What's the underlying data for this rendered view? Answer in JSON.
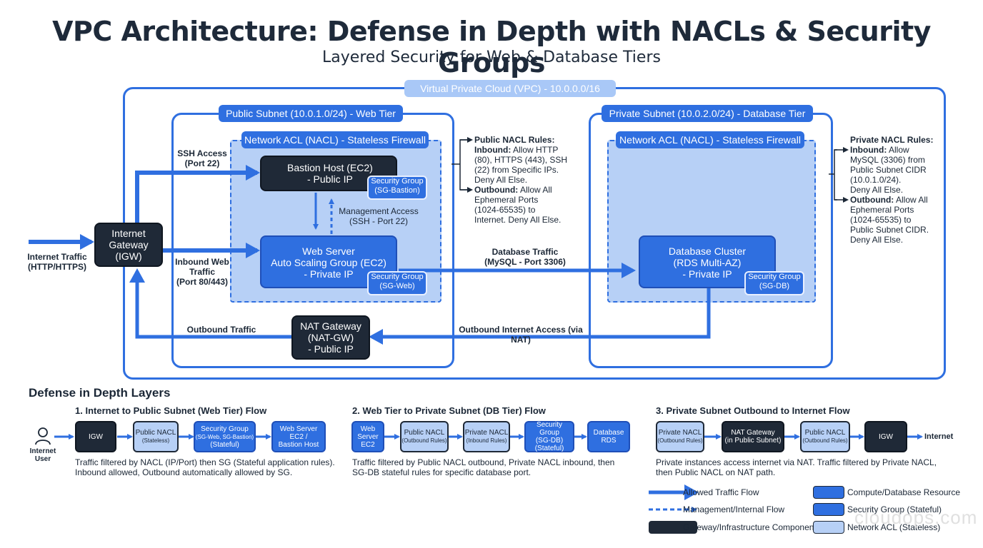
{
  "header": {
    "title": "VPC Architecture: Defense in Depth with NACLs & Security Groups",
    "subtitle": "Layered Security for Web & Database Tiers"
  },
  "vpc": {
    "label": "Virtual Private Cloud (VPC) - 10.0.0.0/16"
  },
  "public_subnet": {
    "label": "Public Subnet (10.0.1.0/24) - Web Tier",
    "nacl_label": "Network ACL (NACL) - Stateless Firewall",
    "bastion": {
      "line1": "Bastion Host (EC2)",
      "line2": "- Public IP",
      "sg1": "Security Group",
      "sg2": "(SG-Bastion)"
    },
    "web": {
      "line1": "Web Server",
      "line2": "Auto Scaling Group (EC2)",
      "line3": "- Private IP",
      "sg1": "Security Group",
      "sg2": "(SG-Web)"
    },
    "nat": {
      "line1": "NAT Gateway",
      "line2": "(NAT-GW)",
      "line3": "- Public IP"
    }
  },
  "private_subnet": {
    "label": "Private Subnet (10.0.2.0/24) - Database Tier",
    "nacl_label": "Network ACL (NACL) - Stateless Firewall",
    "db": {
      "line1": "Database Cluster",
      "line2": "(RDS Multi-AZ)",
      "line3": "- Private IP",
      "sg1": "Security Group",
      "sg2": "(SG-DB)"
    }
  },
  "igw": {
    "line1": "Internet",
    "line2": "Gateway",
    "line3": "(IGW)"
  },
  "labels": {
    "internet_traffic_1": "Internet Traffic",
    "internet_traffic_2": "(HTTP/HTTPS)",
    "ssh_1": "SSH Access",
    "ssh_2": "(Port 22)",
    "inbound_1": "Inbound Web",
    "inbound_2": "Traffic",
    "inbound_3": "(Port 80/443)",
    "mgmt_1": "Management Access",
    "mgmt_2": "(SSH - Port 22)",
    "db_traffic_1": "Database Traffic",
    "db_traffic_2": "(MySQL - Port 3306)",
    "outbound": "Outbound Traffic",
    "outbound_nat": "Outbound Internet Access (via NAT)"
  },
  "public_rules": {
    "title": "Public NACL Rules:",
    "inbound_label": "Inbound:",
    "inbound_1": "Allow HTTP",
    "inbound_2": "(80), HTTPS (443), SSH",
    "inbound_3": "(22) from Specific IPs.",
    "inbound_4": "Deny All Else.",
    "outbound_label": "Outbound:",
    "outbound_1": "Allow All",
    "outbound_2": "Ephemeral Ports",
    "outbound_3": "(1024-65535) to",
    "outbound_4": "Internet. Deny All Else."
  },
  "private_rules": {
    "title": "Private NACL Rules:",
    "inbound_label": "Inbound:",
    "inbound_1": "Allow",
    "inbound_2": "MySQL (3306) from",
    "inbound_3": "Public Subnet CIDR",
    "inbound_4": "(10.0.1.0/24).",
    "inbound_5": "Deny All Else.",
    "outbound_label": "Outbound:",
    "outbound_1": "Allow All",
    "outbound_2": "Ephemeral Ports",
    "outbound_3": "(1024-65535) to",
    "outbound_4": "Public Subnet CIDR.",
    "outbound_5": "Deny All Else."
  },
  "defense": {
    "title": "Defense in Depth Layers",
    "flow1": {
      "title": "1. Internet to Public Subnet (Web Tier) Flow",
      "user_1": "Internet",
      "user_2": "User",
      "box1": "IGW",
      "box2_1": "Public NACL",
      "box2_2": "(Stateless)",
      "box3_1": "Security Group",
      "box3_2": "(SG-Web, SG-Bastion)",
      "box3_3": "(Stateful)",
      "box4_1": "Web Server",
      "box4_2": "EC2 /",
      "box4_3": "Bastion Host",
      "desc1": "Traffic filtered by NACL (IP/Port) then SG (Stateful application rules).",
      "desc2": "Inbound allowed, Outbound automatically allowed by SG."
    },
    "flow2": {
      "title": "2. Web Tier to Private Subnet (DB Tier) Flow",
      "box1_1": "Web",
      "box1_2": "Server",
      "box1_3": "EC2",
      "box2_1": "Public NACL",
      "box2_2": "(Outbound Rules)",
      "box3_1": "Private NACL",
      "box3_2": "(Inbound Rules)",
      "box4_1": "Security Group",
      "box4_2": "(SG-DB)",
      "box4_3": "(Stateful)",
      "box5_1": "Database",
      "box5_2": "RDS",
      "desc1": "Traffic filtered by Public NACL outbound, Private NACL inbound, then",
      "desc2": "SG-DB stateful rules for specific database port."
    },
    "flow3": {
      "title": "3. Private Subnet Outbound to Internet Flow",
      "box1_1": "Private NACL",
      "box1_2": "(Outbound Rules)",
      "box2_1": "NAT Gateway",
      "box2_2": "(in Public Subnet)",
      "box3_1": "Public NACL",
      "box3_2": "(Outbound Rules)",
      "box4": "IGW",
      "end": "Internet",
      "desc1": "Private instances access internet via NAT. Traffic filtered by Private NACL,",
      "desc2": "then Public NACL on NAT path."
    }
  },
  "legend": {
    "allowed": "Allowed Traffic Flow",
    "mgmt": "Management/Internal Flow",
    "gateway": "Gateway/Infrastructure Component",
    "compute": "Compute/Database Resource",
    "sg": "Security Group (Stateful)",
    "nacl": "Network ACL (Stateless)"
  },
  "watermark": "cloudops.com",
  "colors": {
    "primary": "#2f6fe0",
    "dark": "#1f2937",
    "light": "#b7d0f6"
  }
}
